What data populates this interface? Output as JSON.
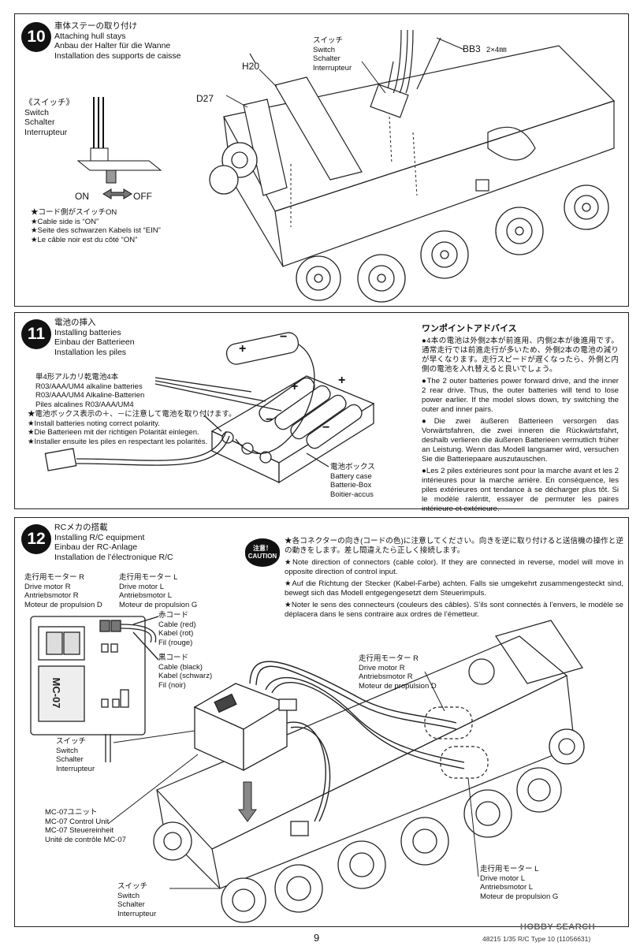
{
  "steps": [
    {
      "number": "10",
      "titles": [
        "車体ステーの取り付け",
        "Attaching hull stays",
        "Anbau der Halter für die Wanne",
        "Installation des supports de caisse"
      ],
      "switch_detail": {
        "titles": [
          "《スイッチ》",
          "Switch",
          "Schalter",
          "Interrupteur"
        ],
        "on_label": "ON",
        "off_label": "OFF",
        "notes": [
          "★コード側がスイッチON",
          "★Cable side is “ON”",
          "★Seite des schwarzen Kabels ist “EIN”",
          "★Le câble noir est du côté “ON”"
        ]
      },
      "parts": {
        "h20": "H20",
        "d27": "D27",
        "bb3": "BB3",
        "bb3_size": "2×4㎜"
      },
      "switch_labels": [
        "スイッチ",
        "Switch",
        "Schalter",
        "Interrupteur"
      ]
    },
    {
      "number": "11",
      "titles": [
        "電池の挿入",
        "Installing batteries",
        "Einbau der Batterieen",
        "Installation les piles"
      ],
      "battery_labels": [
        "単4形アルカリ乾電池4本",
        "R03/AAA/UM4 alkaline batteries",
        "R03/AAA/UM4 Alkaline-Batterien",
        "Piles alcalines R03/AAA/UM4"
      ],
      "polarity_notes": [
        "★電池ボックス表示の＋、－に注意して電池を取り付けます。",
        "★Install batteries noting correct polarity.",
        "★Die Batterieen mit der richtigen Polarität einlegen.",
        "★Installer ensuite les piles en respectant les polarités."
      ],
      "case_labels": [
        "電池ボックス",
        "Battery case",
        "Batterie-Box",
        "Boitier-accus"
      ],
      "advice": {
        "title": "ワンポイントアドバイス",
        "paragraphs": [
          "●4本の電池は外側2本が前進用、内側2本が後進用です。通常走行では前進走行が多いため、外側2本の電池の減りが早くなります。走行スピードが遅くなったら、外側と内側の電池を入れ替えると良いでしょう。",
          "●The 2 outer batteries power forward drive, and the inner 2 rear drive. Thus, the outer batteries will tend to lose power earlier. If the model slows down, try switching the outer and inner pairs.",
          "●Die zwei äußeren Batterieen versorgen das Vorwärtsfahren, die zwei inneren die Rückwärtsfahrt, deshalb verlieren die äußeren Batterieen vermutlich früher an Leistung. Wenn das Modell langsamer wird, versuchen Sie die Batteriepaare auszutauschen.",
          "●Les 2 piles extérieures sont pour la marche avant et les 2 intérieures pour la marche arrière. En conséquence, les piles extérieures ont tendance à se décharger plus tôt. Si le modèle ralentit, essayer de permuter les paires intérieure et extérieure."
        ]
      }
    },
    {
      "number": "12",
      "titles": [
        "RCメカの搭載",
        "Installing R/C equipment",
        "Einbau der RC-Anlage",
        "Installation de l’électronique R/C"
      ],
      "caution_badge": [
        "注意！",
        "CAUTION"
      ],
      "caution_text": [
        "★各コネクターの向き(コードの色)に注意してください。向きを逆に取り付けると送信機の操作と逆の動きをします。差し間違えたら正しく接続します。",
        "★Note direction of connectors (cable color). If they are connected in reverse, model will move in opposite direction of control input.",
        "★Auf die Richtung der Stecker (Kabel-Farbe) achten. Falls sie umgekehrt zusammengesteckt sind, bewegt sich das Modell entgegengesetzt dem Steuerimpuls.",
        "★Noter le sens des connecteurs (couleurs des câbles). S’ils sont connectés à l’envers, le modèle se déplacera dans le sens contraire aux ordres de l’émetteur."
      ],
      "motor_r_labels": [
        "走行用モーター R",
        "Drive motor R",
        "Antriebsmotor R",
        "Moteur de propulsion D"
      ],
      "motor_l_labels": [
        "走行用モーター L",
        "Drive motor L",
        "Antriebsmotor L",
        "Moteur de propulsion G"
      ],
      "red_cable_labels": [
        "赤コード",
        "Cable (red)",
        "Kabel (rot)",
        "Fil (rouge)"
      ],
      "black_cable_labels": [
        "黒コード",
        "Cable (black)",
        "Kabel (schwarz)",
        "Fil (noir)"
      ],
      "switch_labels": [
        "スイッチ",
        "Switch",
        "Schalter",
        "Interrupteur"
      ],
      "unit_labels": [
        "MC-07ユニット",
        "MC-07 Control Unit",
        "MC-07 Steuereinheit",
        "Unité de contrôle MC-07"
      ],
      "unit_face": "MC-07"
    }
  ],
  "footer": {
    "page_number": "9",
    "code": "48215  1/35 R/C Type 10  (11056631)",
    "watermark": "HOBBY SEARCH"
  }
}
